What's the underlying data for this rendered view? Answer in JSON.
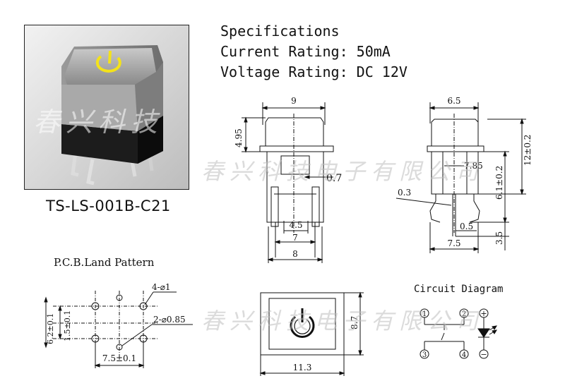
{
  "photo": {
    "part_number": "TS-LS-001B-C21"
  },
  "specifications": {
    "heading": "Specifications",
    "current": "Current Rating: 50mA",
    "voltage": "Voltage Rating: DC 12V"
  },
  "side_view": {
    "top_width": "9",
    "cap_height": "4.95",
    "lead_gap": "0.7",
    "inner_pitch": "4.5",
    "mid_width": "7",
    "body_width": "8"
  },
  "end_view": {
    "top_width": "6.5",
    "upper_height": "7.85",
    "total_height": "12±0.2",
    "lower_height": "6.1±0.2",
    "lead_thickness": "0.3",
    "lead_width": "0.5",
    "base_width": "7.5",
    "lead_length": "3.5"
  },
  "pcb": {
    "title": "P.C.B.Land Pattern",
    "hole_big": "4-⌀1",
    "hole_small": "2-⌀0.85",
    "height_outer": "6.2±0.1",
    "height_inner": "1.5±0.1",
    "width": "7.5±0.1"
  },
  "top_view": {
    "height": "8.7",
    "width": "11.3"
  },
  "circuit": {
    "title": "Circuit Diagram",
    "pin1": "1",
    "pin2": "2",
    "pin3": "3",
    "pin4": "4",
    "led_plus": "+",
    "led_minus": "−"
  },
  "watermark": {
    "text": "春兴科技",
    "text_long": "春兴科技电子有限公司"
  }
}
